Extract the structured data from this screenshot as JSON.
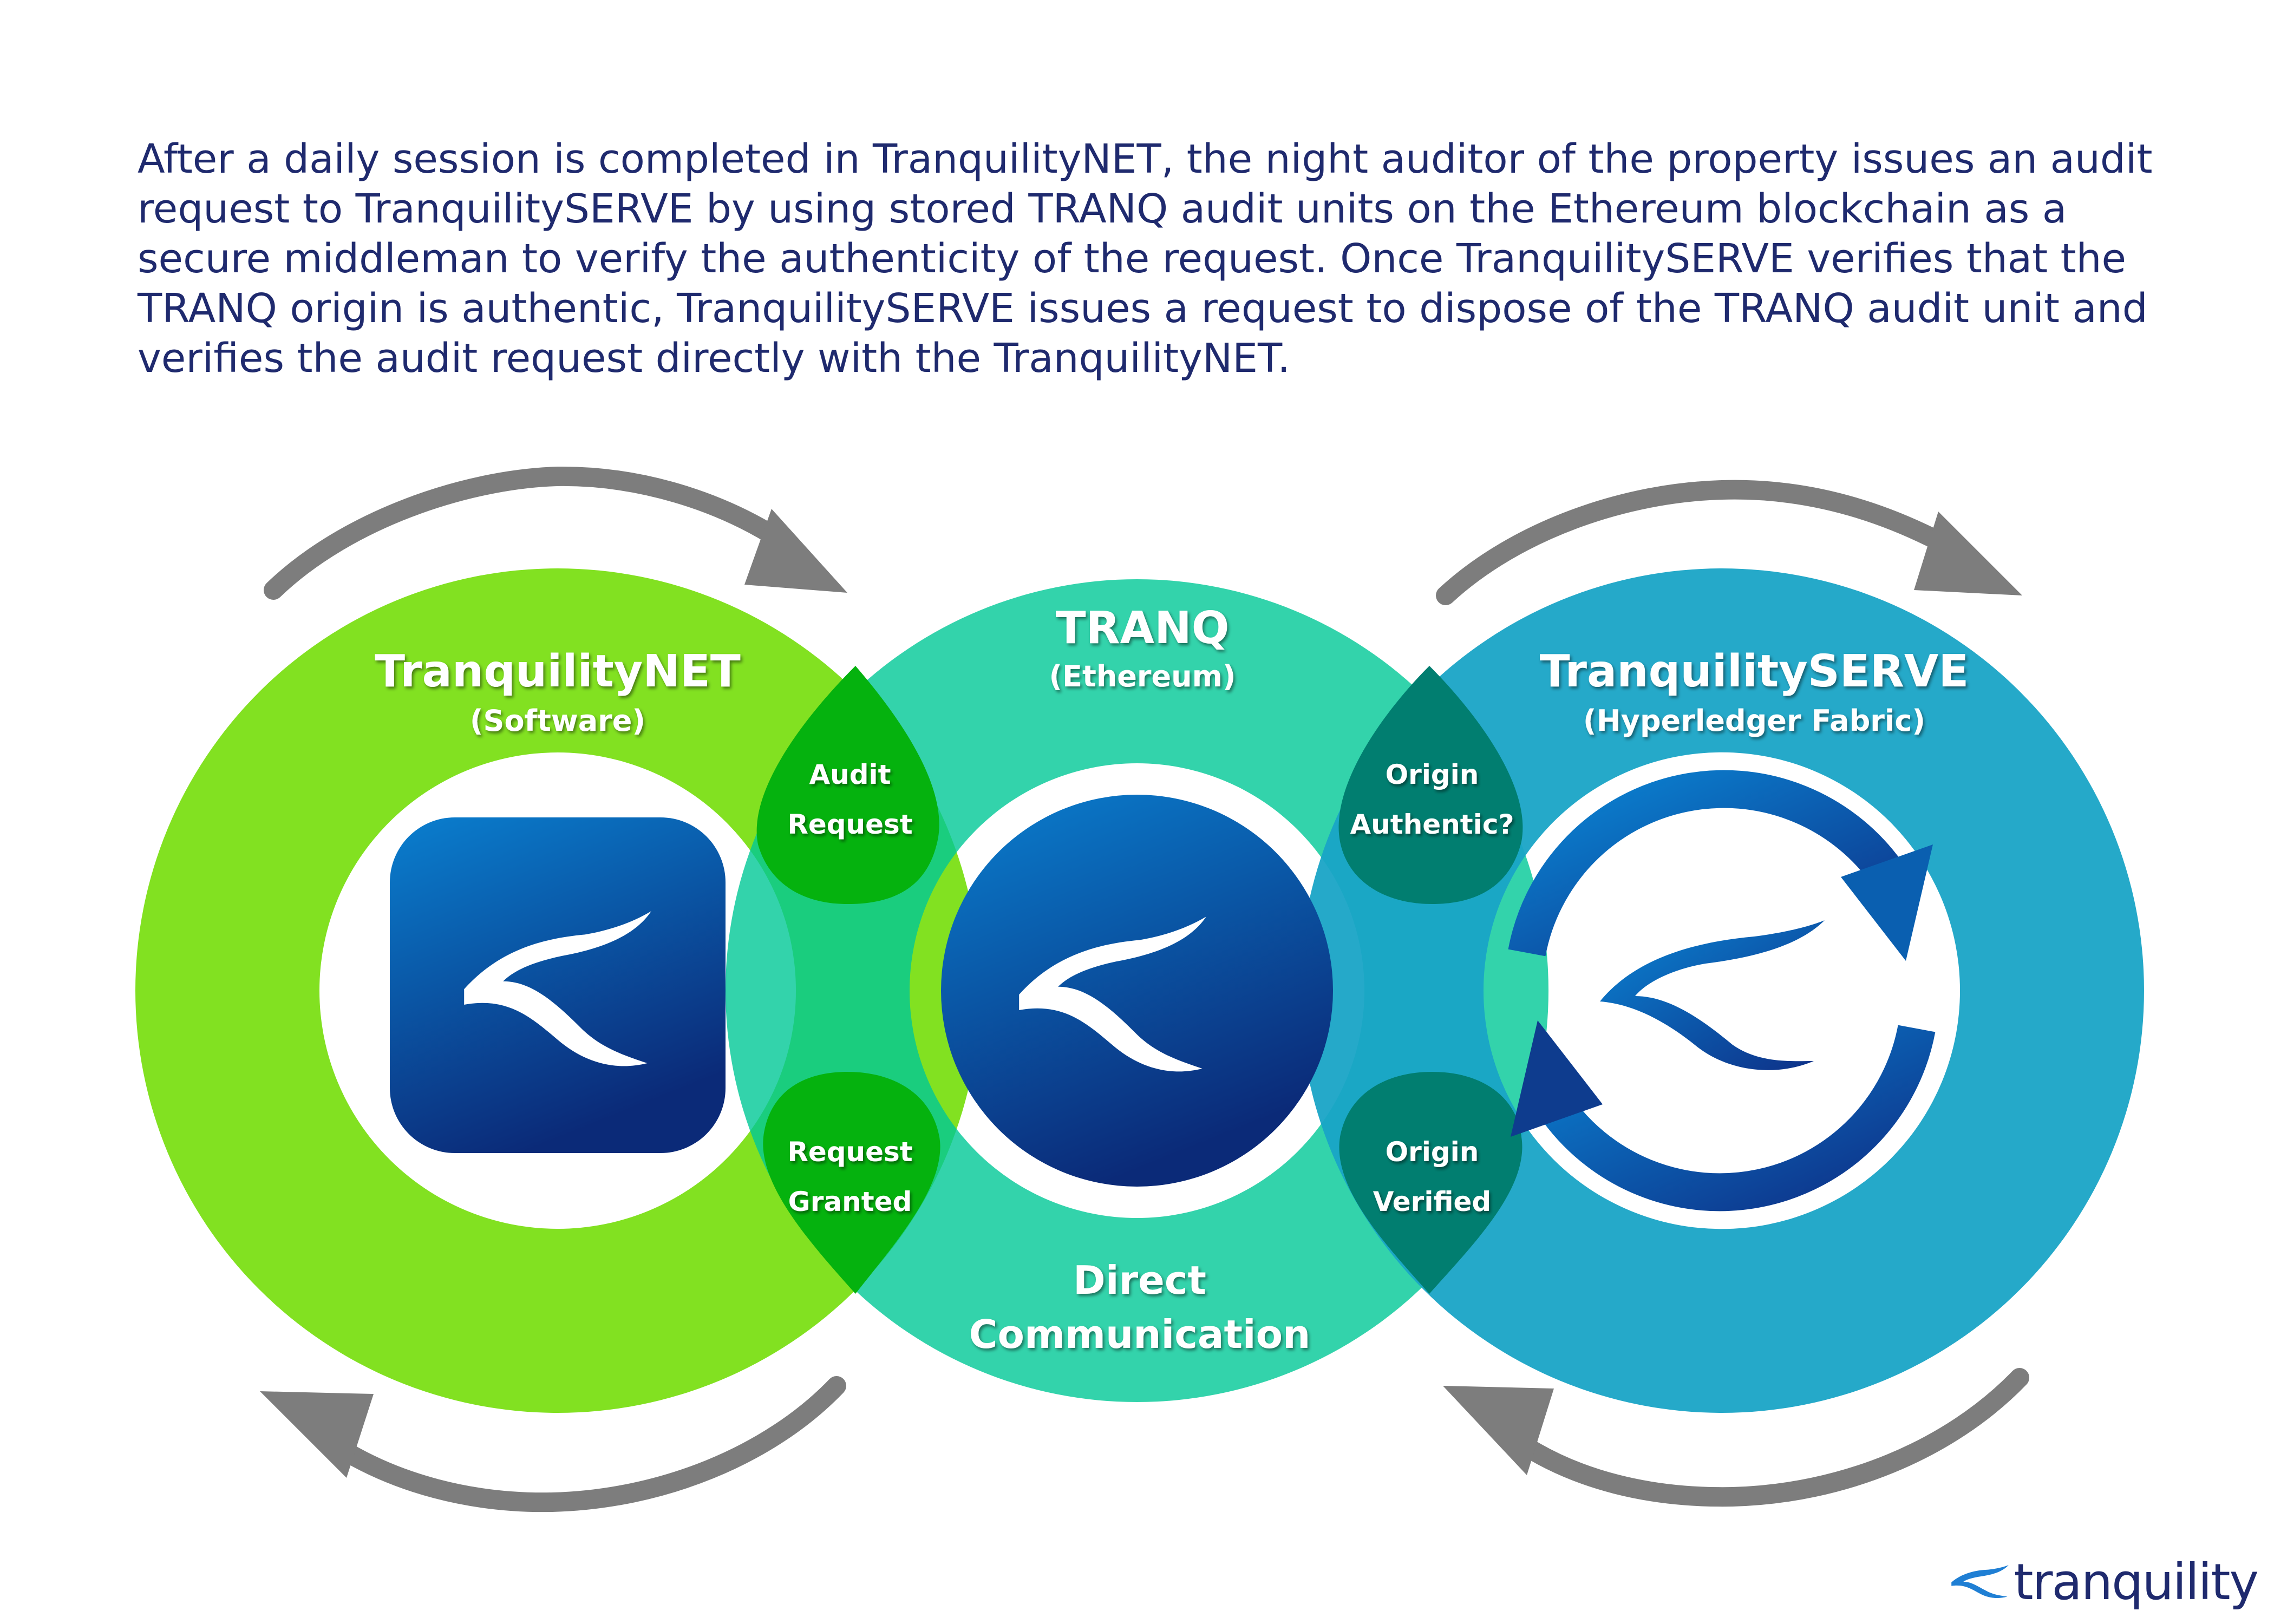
{
  "intro": "After a daily session is completed in TranquilityNET, the night auditor of the property issues an audit request to TranquilitySERVE by using stored TRANQ audit units on the Ethereum blockchain as a secure middleman to verify the authenticity of the request. Once TranquilitySERVE verifies that the TRANQ origin is authentic, TranquilitySERVE issues a request to dispose of the TRANQ audit unit and verifies the audit request directly with the TranquilityNET.",
  "nodes": {
    "net": {
      "title": "TranquilityNET",
      "subtitle": "(Software)",
      "color": "#7ee01a"
    },
    "tranq": {
      "title": "TRANQ",
      "subtitle": "(Ethereum)",
      "color": "#00c896"
    },
    "serve": {
      "title": "TranquilitySERVE",
      "subtitle": "(Hyperledger Fabric)",
      "color": "#19a4c6"
    }
  },
  "petals": {
    "audit_request": [
      "Audit",
      "Request"
    ],
    "request_granted": [
      "Request",
      "Granted"
    ],
    "origin_authentic": [
      "Origin",
      "Authentic?"
    ],
    "origin_verified": [
      "Origin",
      "Verified"
    ]
  },
  "direct_communication": [
    "Direct",
    "Communication"
  ],
  "brand": {
    "name": "tranquility",
    "color": "#1f2a6e"
  }
}
